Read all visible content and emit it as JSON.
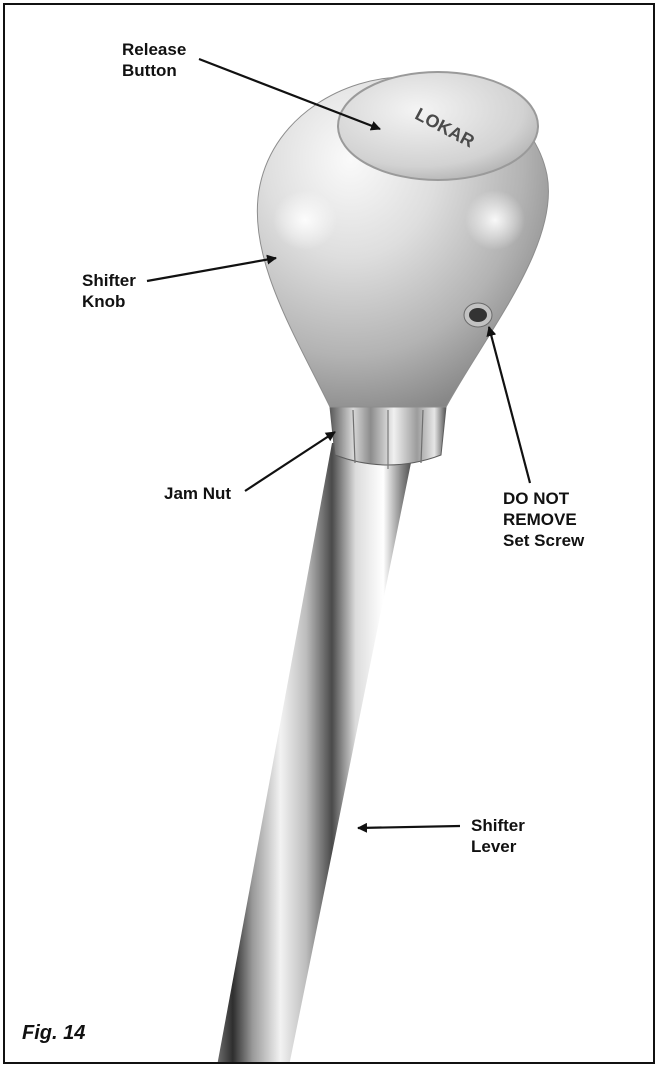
{
  "figure_label": "Fig. 14",
  "knob_engraving": "LOKAR",
  "callouts": {
    "release_button": [
      "Release",
      "Button"
    ],
    "shifter_knob": [
      "Shifter",
      "Knob"
    ],
    "jam_nut": "Jam Nut",
    "set_screw": [
      "DO NOT",
      "REMOVE",
      "Set Screw"
    ],
    "shifter_lever": [
      "Shifter",
      "Lever"
    ]
  },
  "colors": {
    "frame": "#111111",
    "text": "#111111",
    "chrome_light": "#f4f4f4",
    "chrome_dark": "#7d7d7d"
  }
}
